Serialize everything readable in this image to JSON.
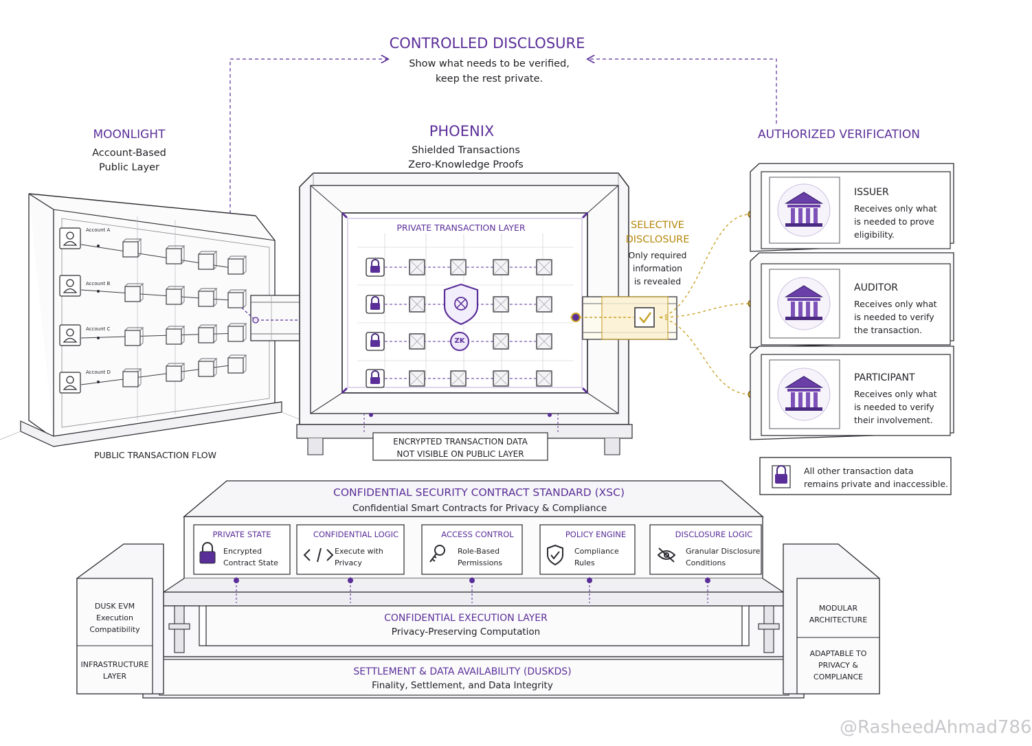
{
  "top": {
    "title": "CONTROLLED DISCLOSURE",
    "subtitle": "Show what needs to be verified,\nkeep the rest private."
  },
  "moonlight": {
    "title": "MOONLIGHT",
    "subtitle": "Account-Based\nPublic Layer",
    "accounts": [
      "Account A",
      "Account B",
      "Account C",
      "Account D"
    ],
    "flow_label": "PUBLIC TRANSACTION FLOW"
  },
  "phoenix": {
    "title": "PHOENIX",
    "subtitle": "Shielded Transactions\nZero-Knowledge Proofs",
    "layer_label": "PRIVATE TRANSACTION LAYER",
    "zk_label": "ZK",
    "encrypted_note": "ENCRYPTED TRANSACTION DATA\nNOT VISIBLE ON PUBLIC LAYER"
  },
  "selective": {
    "title": "SELECTIVE\nDISCLOSURE",
    "text": "Only required\ninformation\nis revealed"
  },
  "verification": {
    "title": "AUTHORIZED VERIFICATION",
    "cards": [
      {
        "title": "ISSUER",
        "text": "Receives only what\nis needed to prove\neligibility."
      },
      {
        "title": "AUDITOR",
        "text": "Receives only what\nis needed to verify\nthe transaction."
      },
      {
        "title": "PARTICIPANT",
        "text": "Receives only what\nis needed to verify\ntheir involvement."
      }
    ],
    "note": "All other transaction data\nremains private and inaccessible."
  },
  "xsc": {
    "title": "CONFIDENTIAL SECURITY CONTRACT STANDARD (XSC)",
    "subtitle": "Confidential Smart Contracts for Privacy & Compliance",
    "modules": [
      {
        "title": "PRIVATE STATE",
        "text": "Encrypted\nContract State",
        "icon": "padlock-icon"
      },
      {
        "title": "CONFIDENTIAL LOGIC",
        "text": "Execute with\nPrivacy",
        "icon": "code-icon"
      },
      {
        "title": "ACCESS CONTROL",
        "text": "Role-Based\nPermissions",
        "icon": "key-icon"
      },
      {
        "title": "POLICY ENGINE",
        "text": "Compliance\nRules",
        "icon": "shield-check-icon"
      },
      {
        "title": "DISCLOSURE LOGIC",
        "text": "Granular Disclosure\nConditions",
        "icon": "eye-slash-icon"
      }
    ]
  },
  "execution": {
    "title": "CONFIDENTIAL EXECUTION LAYER",
    "subtitle": "Privacy-Preserving Computation"
  },
  "settlement": {
    "title": "SETTLEMENT & DATA AVAILABILITY (DUSKDS)",
    "subtitle": "Finality, Settlement, and Data Integrity"
  },
  "left_pillar": {
    "top": "DUSK EVM\nExecution\nCompatibility",
    "bottom": "INFRASTRUCTURE\nLAYER"
  },
  "right_pillar": {
    "top": "MODULAR\nARCHITECTURE",
    "bottom": "ADAPTABLE TO\nPRIVACY &\nCOMPLIANCE"
  },
  "watermark": "@RasheedAhmad786",
  "colors": {
    "accent": "#5a2e98",
    "gold": "#c9a227",
    "ink": "#2a2a30"
  }
}
